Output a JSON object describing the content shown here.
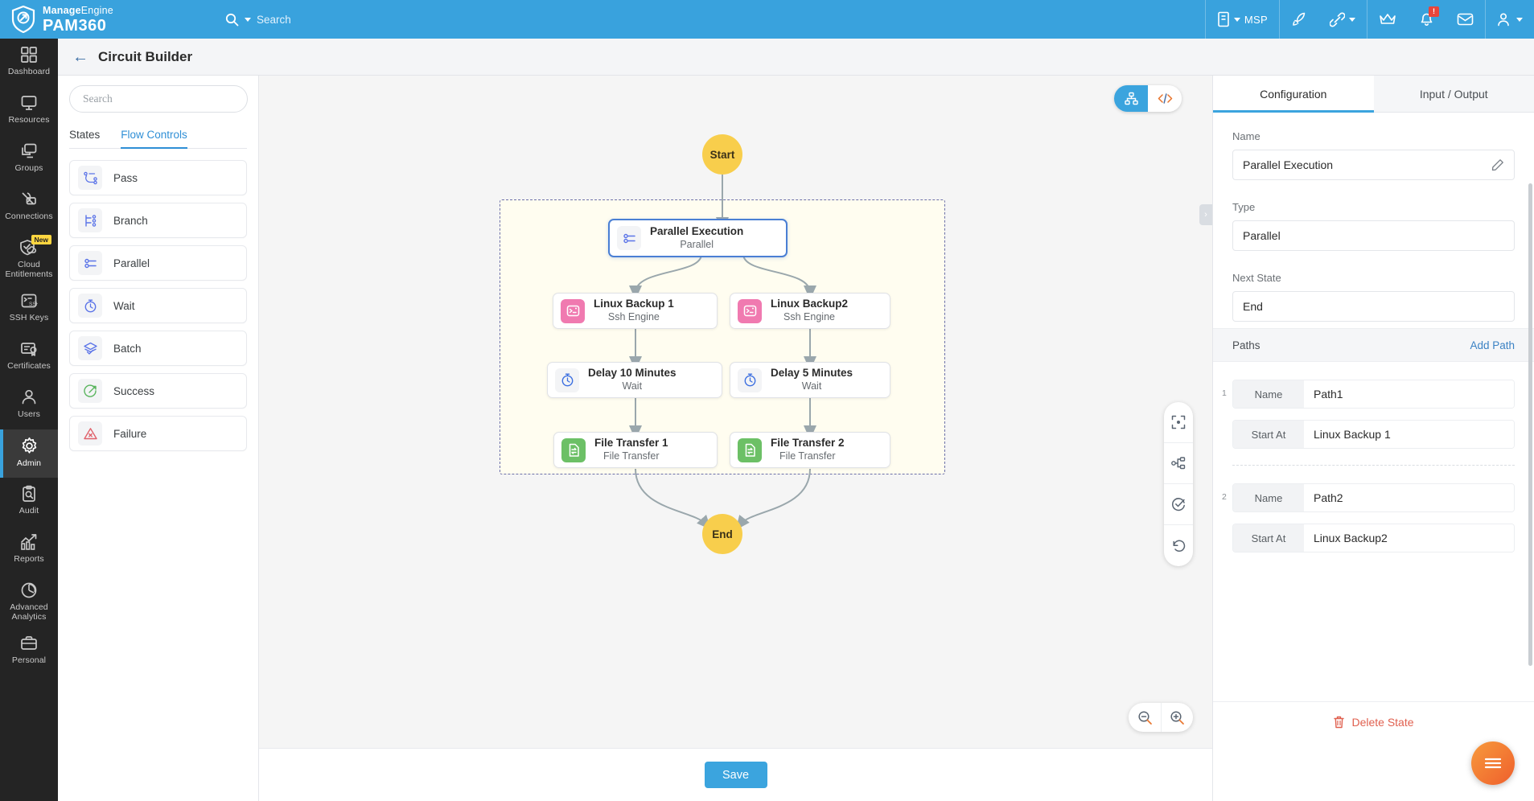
{
  "brand": {
    "line1_bold": "Manage",
    "line1_rest": "Engine",
    "line2": "PAM360"
  },
  "search": {
    "placeholder": "Search"
  },
  "topbar": {
    "msp_label": "MSP",
    "notification_count": "!",
    "icons": [
      "building-icon",
      "rocket-icon",
      "link-icon",
      "crown-icon",
      "bell-icon",
      "envelope-icon",
      "user-icon"
    ]
  },
  "rail": {
    "items": [
      {
        "label": "Dashboard",
        "icon": "dashboard-icon",
        "active": false,
        "badge": ""
      },
      {
        "label": "Resources",
        "icon": "monitor-icon",
        "active": false,
        "badge": ""
      },
      {
        "label": "Groups",
        "icon": "monitors-icon",
        "active": false,
        "badge": ""
      },
      {
        "label": "Connections",
        "icon": "connections-icon",
        "active": false,
        "badge": ""
      },
      {
        "label": "Cloud Entitlements",
        "icon": "cloud-shield-icon",
        "active": false,
        "badge": "New"
      },
      {
        "label": "SSH Keys",
        "icon": "ssh-terminal-icon",
        "active": false,
        "badge": ""
      },
      {
        "label": "Certificates",
        "icon": "certificate-icon",
        "active": false,
        "badge": ""
      },
      {
        "label": "Users",
        "icon": "person-icon",
        "active": false,
        "badge": ""
      },
      {
        "label": "Admin",
        "icon": "gear-icon",
        "active": true,
        "badge": ""
      },
      {
        "label": "Audit",
        "icon": "audit-icon",
        "active": false,
        "badge": ""
      },
      {
        "label": "Reports",
        "icon": "chart-icon",
        "active": false,
        "badge": ""
      },
      {
        "label": "Advanced Analytics",
        "icon": "analytics-icon",
        "active": false,
        "badge": ""
      },
      {
        "label": "Personal",
        "icon": "briefcase-icon",
        "active": false,
        "badge": ""
      }
    ]
  },
  "page": {
    "title": "Circuit Builder",
    "back": "←"
  },
  "palette": {
    "search_placeholder": "Search",
    "tabs": [
      {
        "label": "States",
        "active": false
      },
      {
        "label": "Flow Controls",
        "active": true
      }
    ],
    "items": [
      {
        "label": "Pass",
        "icon": "pass-icon"
      },
      {
        "label": "Branch",
        "icon": "branch-icon"
      },
      {
        "label": "Parallel",
        "icon": "parallel-icon"
      },
      {
        "label": "Wait",
        "icon": "stopwatch-icon"
      },
      {
        "label": "Batch",
        "icon": "batch-layers-icon"
      },
      {
        "label": "Success",
        "icon": "success-target-icon"
      },
      {
        "label": "Failure",
        "icon": "failure-warning-icon"
      }
    ]
  },
  "canvas": {
    "view_toggle": [
      {
        "name": "graph-view",
        "icon": "sitemap-icon",
        "active": true
      },
      {
        "name": "code-view",
        "icon": "code-icon",
        "active": false
      }
    ],
    "tools": [
      {
        "name": "fit-to-screen",
        "icon": "focus-frame-icon"
      },
      {
        "name": "auto-layout",
        "icon": "sitemap-nodes-icon"
      },
      {
        "name": "validate",
        "icon": "check-circle-icon"
      },
      {
        "name": "reset",
        "icon": "undo-icon"
      }
    ],
    "zoom": [
      {
        "name": "zoom-out",
        "icon": "zoom-out-icon"
      },
      {
        "name": "zoom-in",
        "icon": "zoom-in-icon"
      }
    ],
    "start_label": "Start",
    "end_label": "End",
    "nodes": [
      {
        "title": "Parallel Execution",
        "subtitle": "Parallel",
        "icon": "parallel-icon",
        "selected": true
      },
      {
        "title": "Linux Backup 1",
        "subtitle": "Ssh Engine",
        "icon": "ssh-terminal-icon",
        "selected": false
      },
      {
        "title": "Linux Backup2",
        "subtitle": "Ssh Engine",
        "icon": "ssh-terminal-icon",
        "selected": false
      },
      {
        "title": "Delay 10 Minutes",
        "subtitle": "Wait",
        "icon": "stopwatch-icon",
        "selected": false
      },
      {
        "title": "Delay 5 Minutes",
        "subtitle": "Wait",
        "icon": "stopwatch-icon",
        "selected": false
      },
      {
        "title": "File Transfer 1",
        "subtitle": "File Transfer",
        "icon": "file-transfer-icon",
        "selected": false
      },
      {
        "title": "File Transfer 2",
        "subtitle": "File Transfer",
        "icon": "file-transfer-icon",
        "selected": false
      }
    ]
  },
  "config": {
    "tabs": [
      {
        "label": "Configuration",
        "active": true
      },
      {
        "label": "Input / Output",
        "active": false
      }
    ],
    "name_label": "Name",
    "name_value": "Parallel Execution",
    "type_label": "Type",
    "type_value": "Parallel",
    "next_state_label": "Next State",
    "next_state_value": "End",
    "paths_label": "Paths",
    "add_path_label": "Add Path",
    "paths": [
      {
        "index": "1",
        "name_key": "Name",
        "name_value": "Path1",
        "start_key": "Start At",
        "start_value": "Linux Backup 1"
      },
      {
        "index": "2",
        "name_key": "Name",
        "name_value": "Path2",
        "start_key": "Start At",
        "start_value": "Linux Backup2"
      }
    ],
    "delete_label": "Delete State"
  },
  "footer": {
    "save_label": "Save"
  },
  "colors": {
    "accent": "#3ba4de",
    "node_start": "#f8ce4c",
    "danger": "#e0604f",
    "selected": "#4a7fd4"
  }
}
